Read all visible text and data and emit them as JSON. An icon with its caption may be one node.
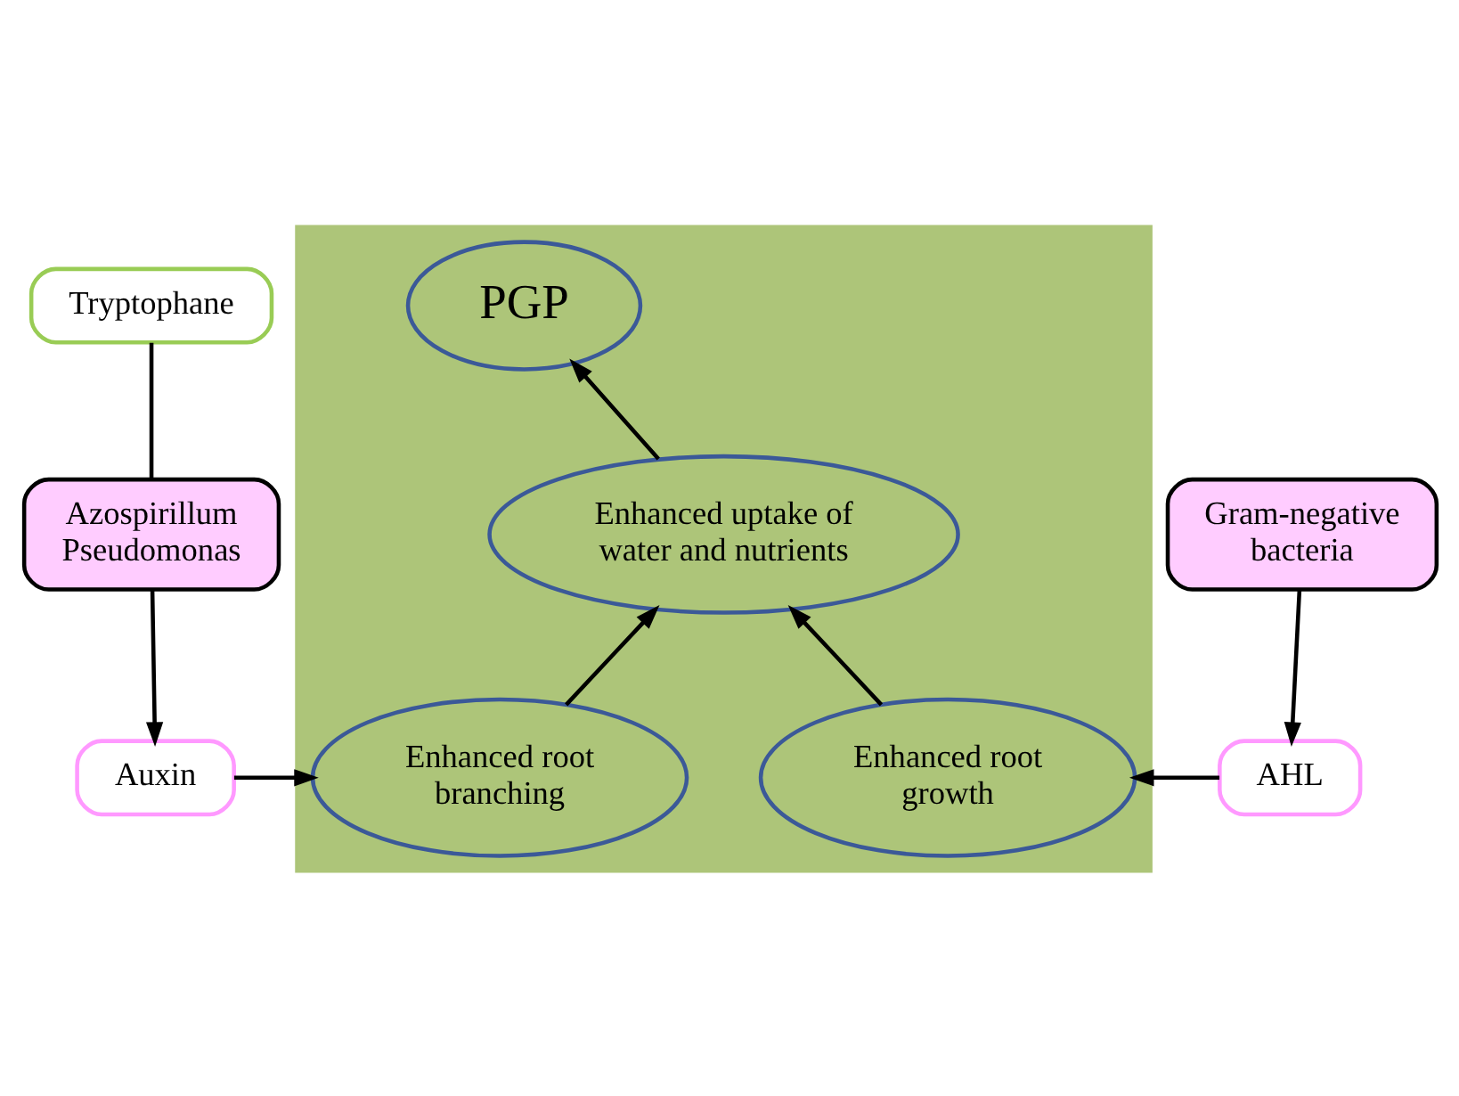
{
  "diagram": {
    "nodes": [
      {
        "text": [],
        "shape": "box"
      },
      {
        "text": [
          "Tryptophane"
        ]
      },
      {
        "text": [
          "Azospirillum Pseudomonas"
        ]
      },
      {
        "text": [
          "Auxin"
        ]
      },
      {
        "text": [
          "PGP"
        ],
        "in": 0
      },
      {
        "text": [
          "Enhanced uptake of water and nutrients"
        ],
        "in": 0
      },
      {
        "text": [
          "Enhanced root branching"
        ],
        "in": 0
      },
      {
        "text": [
          "Enhanced root growth"
        ],
        "in": 0
      },
      {
        "text": [
          "Gram-negative bacteria"
        ]
      },
      {
        "text": [
          "AHL"
        ]
      }
    ],
    "edges": [
      {
        "from": 1,
        "to": 2,
        "arrow": "none"
      },
      {
        "from": 2,
        "to": 3,
        "arrow": "to"
      },
      {
        "from": 3,
        "to": 6,
        "arrow": "to"
      },
      {
        "from": 6,
        "to": 5,
        "arrow": "to"
      },
      {
        "from": 7,
        "to": 5,
        "arrow": "to"
      },
      {
        "from": 5,
        "to": 4,
        "arrow": "to"
      },
      {
        "from": 8,
        "to": 9,
        "arrow": "to"
      },
      {
        "from": 9,
        "to": 7,
        "arrow": "to"
      }
    ]
  }
}
